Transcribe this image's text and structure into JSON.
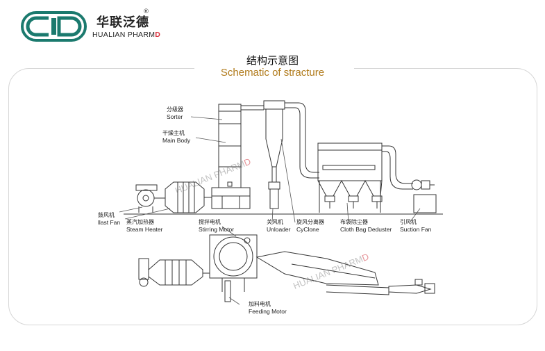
{
  "brand": {
    "name_cn": "华联泛德",
    "name_en_main": "HUALIAN PHARM",
    "name_en_last": "D",
    "registered_mark": "®",
    "logo_color": "#1b7a6e"
  },
  "header": {
    "title_cn": "结构示意图",
    "title_en": "Schematic of stracture",
    "title_en_color": "#b07a1a"
  },
  "labels": {
    "sorter": {
      "cn": "分级器",
      "en": "Sorter"
    },
    "main_body": {
      "cn": "干燥主机",
      "en": "Main Body"
    },
    "blast_fan": {
      "cn": "鼓风机",
      "en": "llast Fan"
    },
    "steam_heater": {
      "cn": "蒸汽加热器",
      "en": "Steam Heater"
    },
    "stirring_motor": {
      "cn": "搅拌电机",
      "en": "Stirring Motor"
    },
    "unloader": {
      "cn": "关风机",
      "en": "Unloader"
    },
    "cyclone": {
      "cn": "旋风分离器",
      "en": "CyClone"
    },
    "cloth_bag": {
      "cn": "布袋除尘器",
      "en": "Cloth Bag Deduster"
    },
    "suction_fan": {
      "cn": "引风机",
      "en": "Suction Fan"
    },
    "feeding_motor": {
      "cn": "加料电机",
      "en": "Feeding Motor"
    }
  },
  "watermarks": [
    {
      "main": "HUALIAN PHARM",
      "last": "D"
    },
    {
      "main": "HUALIAN PHARM",
      "last": "D"
    }
  ]
}
